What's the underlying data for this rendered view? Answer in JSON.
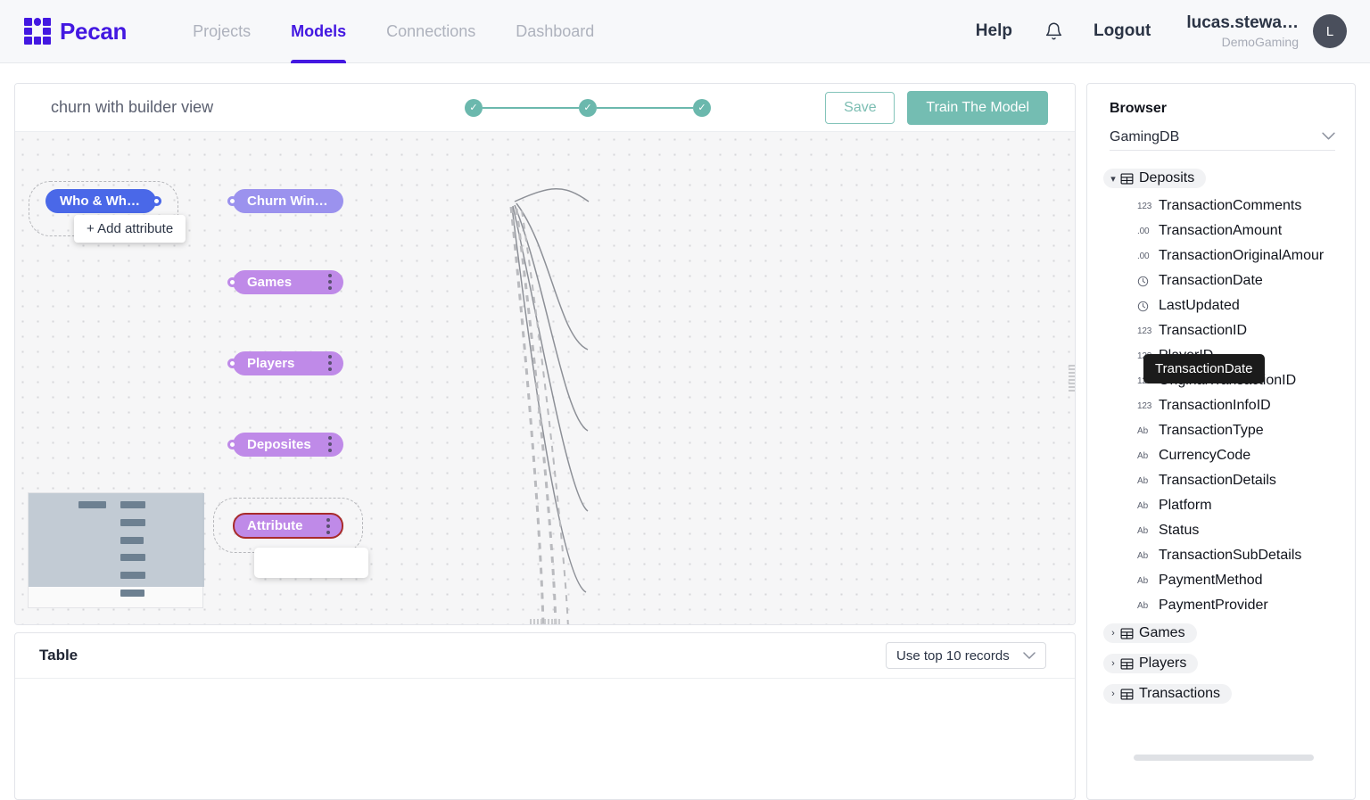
{
  "app": {
    "brand": "Pecan",
    "nav": [
      {
        "label": "Projects",
        "active": false
      },
      {
        "label": "Models",
        "active": true
      },
      {
        "label": "Connections",
        "active": false
      },
      {
        "label": "Dashboard",
        "active": false
      }
    ],
    "help_label": "Help",
    "logout_label": "Logout",
    "user_name": "lucas.stewa…",
    "user_org": "DemoGaming",
    "avatar_initial": "L",
    "accent": "#4318e1",
    "teal": "#74bdb2"
  },
  "builder": {
    "model_title": "churn with builder view",
    "steps": [
      {
        "state": "done",
        "glyph": "✓"
      },
      {
        "state": "done",
        "glyph": "✓"
      },
      {
        "state": "done",
        "glyph": "✓"
      }
    ],
    "save_label": "Save",
    "train_label": "Train The Model",
    "add_attribute_label": "+ Add attribute",
    "nodes": [
      {
        "id": "who-when",
        "label": "Who & Wh…",
        "type": "source",
        "selected": false
      },
      {
        "id": "churn-window",
        "label": "Churn Win…",
        "type": "goal",
        "selected": false
      },
      {
        "id": "games",
        "label": "Games",
        "type": "entity",
        "selected": false
      },
      {
        "id": "players",
        "label": "Players",
        "type": "entity",
        "selected": false
      },
      {
        "id": "deposites",
        "label": "Deposites",
        "type": "entity",
        "selected": false
      },
      {
        "id": "attribute",
        "label": "Attribute",
        "type": "entity",
        "selected": true
      }
    ],
    "colors": {
      "source_node": "#4a68e8",
      "goal_node": "#9b92ee",
      "entity_node": "#bf8ae8",
      "selected_border": "#a82b2b"
    }
  },
  "table_panel": {
    "title": "Table",
    "records_option": "Use top 10 records",
    "chevron": "⌄"
  },
  "sidebar": {
    "title": "Browser",
    "database": "GamingDB",
    "chevron": "⌄",
    "tooltip": "TransactionDate",
    "tree": [
      {
        "name": "Deposits",
        "expanded": true,
        "fields": [
          {
            "name": "TransactionComments",
            "icon": "123"
          },
          {
            "name": "TransactionAmount",
            "icon": ".00"
          },
          {
            "name": "TransactionOriginalAmour",
            "icon": ".00"
          },
          {
            "name": "TransactionDate",
            "icon": "clock"
          },
          {
            "name": "LastUpdated",
            "icon": "clock"
          },
          {
            "name": "TransactionID",
            "icon": "123"
          },
          {
            "name": "PlayerID",
            "icon": "123"
          },
          {
            "name": "OriginalTransactionID",
            "icon": "123"
          },
          {
            "name": "TransactionInfoID",
            "icon": "123"
          },
          {
            "name": "TransactionType",
            "icon": "Ab"
          },
          {
            "name": "CurrencyCode",
            "icon": "Ab"
          },
          {
            "name": "TransactionDetails",
            "icon": "Ab"
          },
          {
            "name": "Platform",
            "icon": "Ab"
          },
          {
            "name": "Status",
            "icon": "Ab"
          },
          {
            "name": "TransactionSubDetails",
            "icon": "Ab"
          },
          {
            "name": "PaymentMethod",
            "icon": "Ab"
          },
          {
            "name": "PaymentProvider",
            "icon": "Ab"
          }
        ]
      },
      {
        "name": "Games",
        "expanded": false,
        "fields": []
      },
      {
        "name": "Players",
        "expanded": false,
        "fields": []
      },
      {
        "name": "Transactions",
        "expanded": false,
        "fields": []
      }
    ]
  }
}
